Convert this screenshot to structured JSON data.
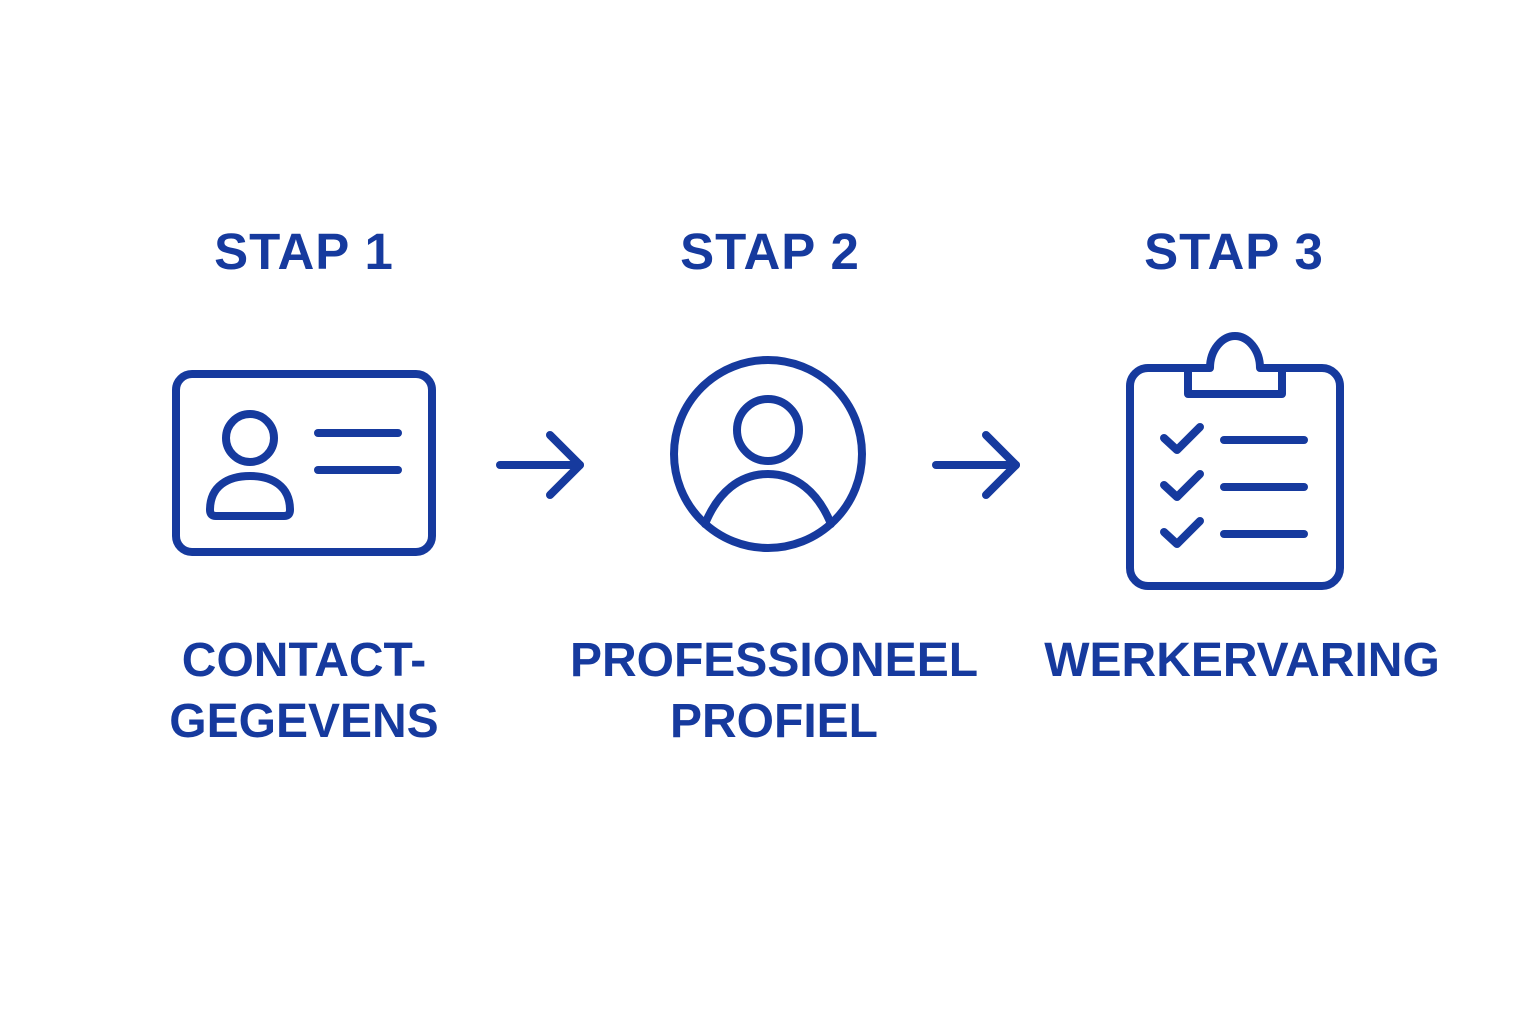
{
  "colors": {
    "accent": "#163a9e",
    "background": "#ffffff"
  },
  "steps": [
    {
      "title": "STAP 1",
      "label_lines": [
        "CONTACT-",
        "GEGEVENS"
      ],
      "icon": "id-card-icon"
    },
    {
      "title": "STAP 2",
      "label_lines": [
        "PROFESSIONEEL",
        "PROFIEL"
      ],
      "icon": "user-circle-icon"
    },
    {
      "title": "STAP 3",
      "label_lines": [
        "WERKERVARING"
      ],
      "icon": "clipboard-checklist-icon"
    }
  ],
  "connectors": [
    {
      "from": "STAP 1",
      "to": "STAP 2",
      "icon": "arrow-right-icon"
    },
    {
      "from": "STAP 2",
      "to": "STAP 3",
      "icon": "arrow-right-icon"
    }
  ]
}
